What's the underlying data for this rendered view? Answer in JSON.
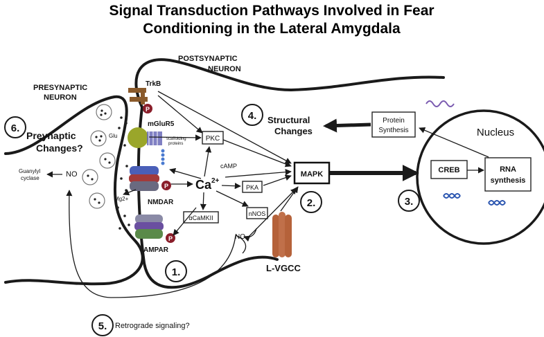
{
  "title": {
    "line1": "Signal Transduction Pathways Involved in Fear",
    "line2": "Conditioning in the Lateral Amygdala"
  },
  "regions": {
    "postsynaptic_line1": "POSTSYNAPTIC",
    "postsynaptic_line2": "NEURON",
    "presynaptic_line1": "PRESYNAPTIC",
    "presynaptic_line2": "NEURON",
    "nucleus": "Nucleus"
  },
  "receptors": {
    "trkb": "TrkB",
    "mglur5": "mGluR5",
    "nmdar": "NMDAR",
    "ampar": "AMPAR",
    "lvgcc": "L-VGCC",
    "phospho": "P",
    "glu": "Glu",
    "mg": "Mg2+",
    "scaffolding_line1": "scaffolding",
    "scaffolding_line2": "proteins"
  },
  "molecules": {
    "pkc": "PKC",
    "ca": "Ca",
    "ca_sup": "2+",
    "camp": "cAMP",
    "pka": "PKA",
    "camkii": "αCaMKII",
    "nnos": "nNOS",
    "no_post": "NO",
    "no_pre": "NO",
    "mapk": "MAPK",
    "creb": "CREB",
    "rna_line1": "RNA",
    "rna_line2": "synthesis",
    "protein_line1": "Protein",
    "protein_line2": "Synthesis",
    "guanylyl_line1": "Guanylyl",
    "guanylyl_line2": "cyclase"
  },
  "steps": [
    {
      "num": "1."
    },
    {
      "num": "2."
    },
    {
      "num": "3."
    },
    {
      "num": "4.",
      "label_line1": "Structural",
      "label_line2": "Changes"
    },
    {
      "num": "5.",
      "label": "Retrograde signaling?"
    },
    {
      "num": "6.",
      "label_line1": "Preynaptic",
      "label_line2": "Changes?"
    }
  ],
  "colors": {
    "trkb": "#8a5a2b",
    "mglur5": "#9aa62a",
    "nmdar_blue": "#4a5fb8",
    "nmdar_red": "#a23a3a",
    "nmdar_gray": "#6a6a80",
    "ampar_purple": "#6a4fa0",
    "ampar_green": "#5a8a4a",
    "phospho": "#8a1e2a",
    "lvgcc": "#b5623a",
    "dna": "#2a55b0"
  }
}
